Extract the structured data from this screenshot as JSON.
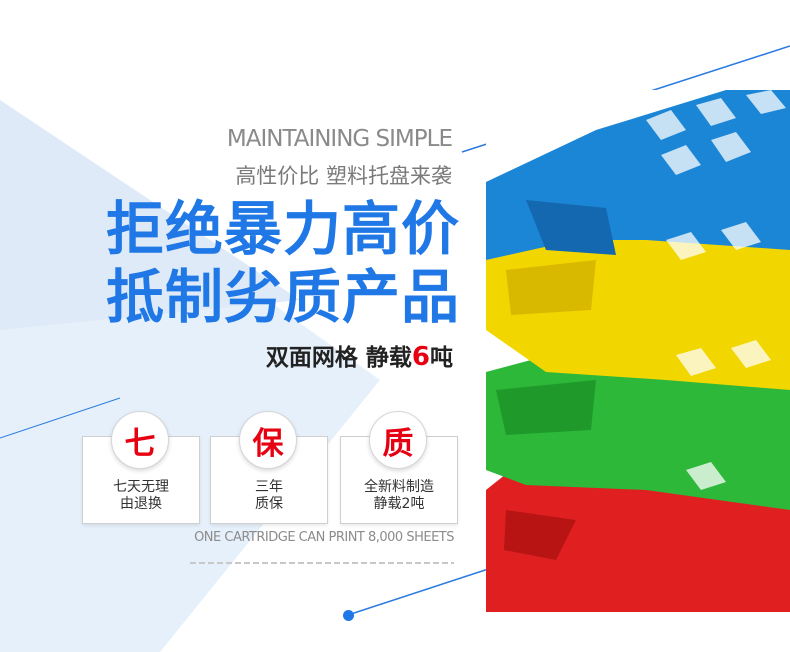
{
  "heading": {
    "english": "MAINTAINING SIMPLE",
    "chinese": "高性价比 塑料托盘来袭"
  },
  "headline": {
    "line1": "拒绝暴力高价",
    "line2": "抵制劣质产品"
  },
  "subhead": {
    "text": "双面网格 静载",
    "highlight": "6",
    "suffix": "吨"
  },
  "cards": [
    {
      "char": "七",
      "line1": "七天无理",
      "line2": "由退换"
    },
    {
      "char": "保",
      "line1": "三年",
      "line2": "质保"
    },
    {
      "char": "质",
      "line1": "全新料制造",
      "line2": "静载2吨"
    }
  ],
  "tagline": "ONE CARTRIDGE CAN PRINT 8,000 SHEETS",
  "colors": {
    "accent_blue": "#1f78e6",
    "accent_red": "#e60012",
    "pallet_blue": "#1c86d6",
    "pallet_yellow": "#f2d600",
    "pallet_green": "#2db83a",
    "pallet_red": "#e02020"
  }
}
